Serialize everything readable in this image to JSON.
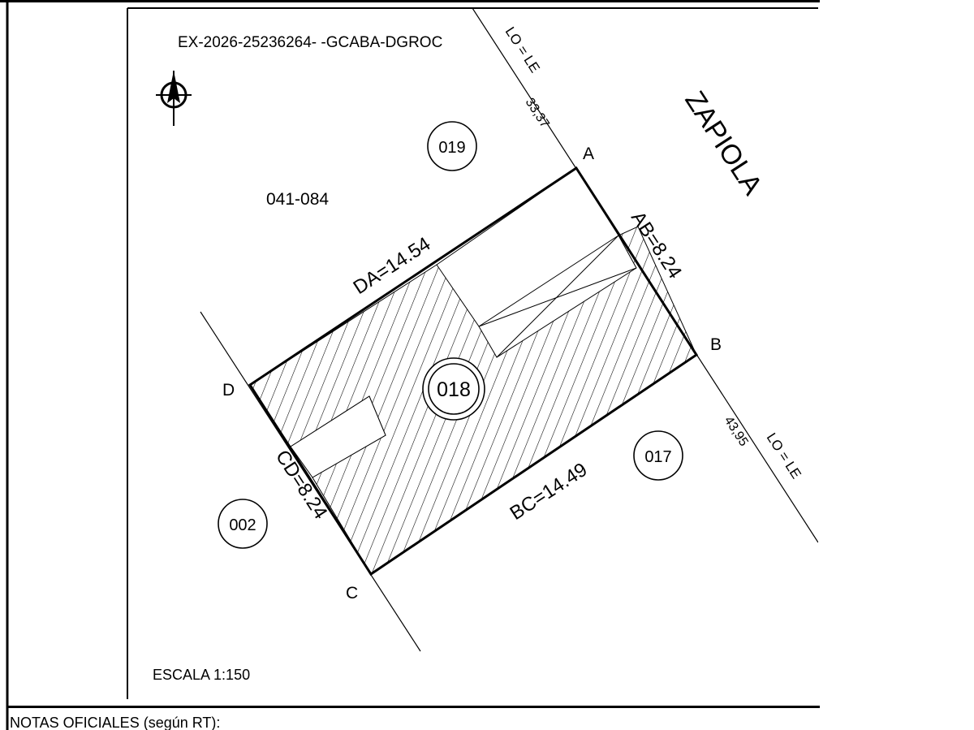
{
  "document": {
    "expediente": "EX-2026-25236264- -GCABA-DGROC",
    "block_code": "041-084",
    "scale_label": "ESCALA 1:150",
    "notes_heading": "NOTAS OFICIALES (según RT):"
  },
  "street": {
    "name": "ZAPIOLA",
    "line_label_top": "LO = LE",
    "line_label_bottom": "LO = LE",
    "dist_top": "33,37",
    "dist_bottom": "43,95"
  },
  "vertices": {
    "a": "A",
    "b": "B",
    "c": "C",
    "d": "D"
  },
  "sides": {
    "ab": "AB=8.24",
    "bc": "BC=14.49",
    "cd": "CD=8.24",
    "da": "DA=14.54"
  },
  "parcels": {
    "main": "018",
    "north": "019",
    "east": "017",
    "west": "002"
  },
  "colors": {
    "ink": "#000000",
    "paper": "#ffffff"
  },
  "icons": {
    "north_arrow": "north-arrow-icon"
  }
}
